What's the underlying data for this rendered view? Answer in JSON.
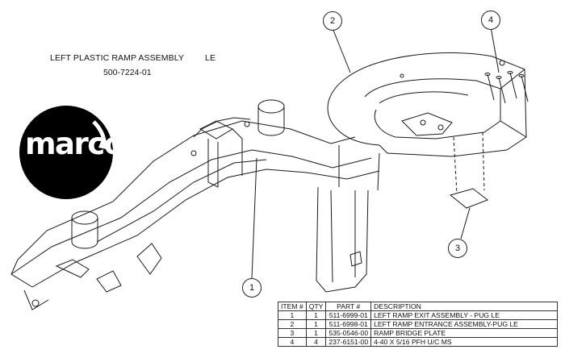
{
  "title": {
    "assembly": "LEFT PLASTIC RAMP ASSEMBLY",
    "edition": "LE",
    "part_number": "500-7224-01"
  },
  "logo": {
    "text": "marco",
    "icon": "marco-logo-icon"
  },
  "callouts": [
    "1",
    "2",
    "3",
    "4"
  ],
  "bom": {
    "headers": [
      "ITEM #",
      "QTY",
      "PART #",
      "DESCRIPTION"
    ],
    "rows": [
      [
        "1",
        "1",
        "511-6999-01",
        "LEFT RAMP EXIT ASSEMBLY - PUG LE"
      ],
      [
        "2",
        "1",
        "511-6998-01",
        "LEFT RAMP ENTRANCE ASSEMBLY-PUG LE"
      ],
      [
        "3",
        "1",
        "535-0546-00",
        "RAMP BRIDGE PLATE"
      ],
      [
        "4",
        "4",
        "237-6151-00",
        "4-40 X 5/16 PFH U/C MS"
      ]
    ]
  }
}
